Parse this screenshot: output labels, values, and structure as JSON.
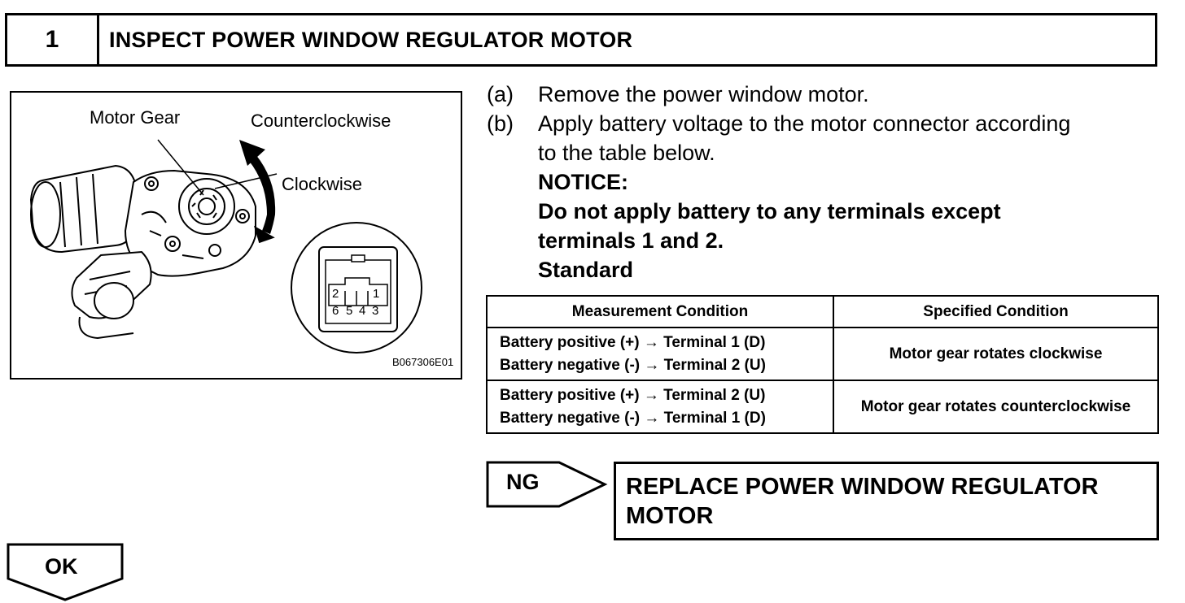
{
  "header": {
    "step_number": "1",
    "title": "INSPECT POWER WINDOW REGULATOR MOTOR"
  },
  "figure": {
    "motor_gear_label": "Motor Gear",
    "ccw_label": "Counterclockwise",
    "cw_label": "Clockwise",
    "terminals": {
      "top_left": "2",
      "top_right": "1",
      "bottom": [
        "6",
        "5",
        "4",
        "3"
      ]
    },
    "code": "B067306E01"
  },
  "instructions": {
    "a_letter": "(a)",
    "a_text": "Remove the power window motor.",
    "b_letter": "(b)",
    "b_text_line1": "Apply battery voltage to the motor connector according",
    "b_text_line2": "to the table below.",
    "notice": "NOTICE:",
    "notice_line1": "Do not apply battery to any terminals except",
    "notice_line2": "terminals 1 and 2.",
    "standard": "Standard"
  },
  "table": {
    "headers": [
      "Measurement Condition",
      "Specified Condition"
    ],
    "rows": [
      {
        "condition_line1": "Battery positive (+) → Terminal 1 (D)",
        "condition_line2": "Battery negative (-) → Terminal 2 (U)",
        "result": "Motor gear rotates clockwise"
      },
      {
        "condition_line1": "Battery positive (+) → Terminal 2 (U)",
        "condition_line2": "Battery negative (-) → Terminal 1 (D)",
        "result": "Motor gear rotates counterclockwise"
      }
    ]
  },
  "ng": {
    "label": "NG",
    "action_line1": "REPLACE POWER WINDOW REGULATOR",
    "action_line2": "MOTOR"
  },
  "ok": {
    "label": "OK"
  }
}
